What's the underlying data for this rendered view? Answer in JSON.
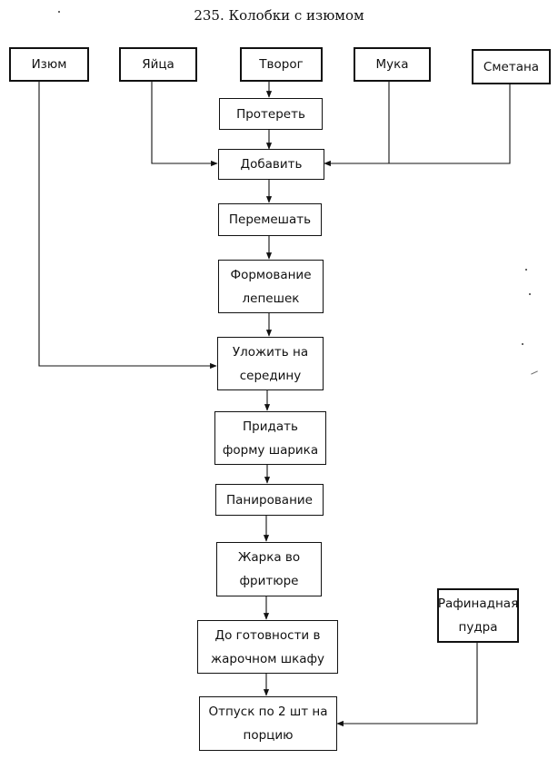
{
  "title": "235. Колобки с изюмом",
  "ingredients": {
    "raisins": "Изюм",
    "eggs": "Яйца",
    "cottage_cheese": "Творог",
    "flour": "Мука",
    "sour_cream": "Сметана",
    "powdered_sugar": "Рафинадная\nпудра"
  },
  "steps": {
    "rub": "Протереть",
    "add": "Добавить",
    "mix": "Перемешать",
    "shape": "Формование\nлепешек",
    "place": "Уложить на\nсередину",
    "ball": "Придать\nформу шарика",
    "bread": "Панирование",
    "fry": "Жарка во\nфритюре",
    "bake": "До готовности в\nжарочном шкафу",
    "serve": "Отпуск по 2 шт  на\nпорцию"
  }
}
